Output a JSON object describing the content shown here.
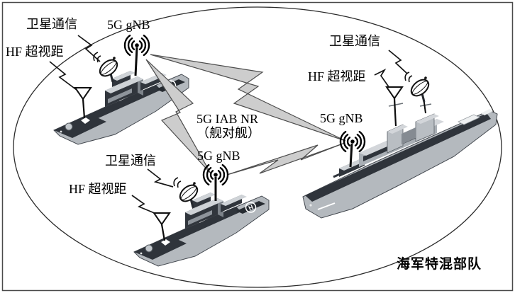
{
  "diagram": {
    "caption": "海军特混部队",
    "link": {
      "label_line1": "5G IAB NR",
      "label_line2": "（舰对舰）"
    },
    "ships": [
      {
        "id": "top-left-frigate",
        "labels": {
          "satcom": "卫星通信",
          "hf": "HF 超视距",
          "gnb": "5G gNB"
        }
      },
      {
        "id": "middle-frigate",
        "labels": {
          "satcom": "卫星通信",
          "hf": "HF 超视距",
          "gnb": "5G gNB"
        }
      },
      {
        "id": "right-warship",
        "labels": {
          "satcom": "卫星通信",
          "hf": "HF 超视距",
          "gnb": "5G gNB"
        }
      }
    ],
    "helipad_marking": "H",
    "icons": [
      "satellite-dish-icon",
      "hf-antenna-icon",
      "gnb-antenna-icon",
      "lightning-link"
    ],
    "colors": {
      "ship_hull": "#b4b9be",
      "ship_dark": "#2f343b",
      "ship_top": "#d2d6da",
      "ship_side": "#7d838a",
      "bolt_fill": "#cdcdcd",
      "bolt_stroke": "#4d4d4d",
      "line": "#1a1a1a",
      "background": "#ffffff"
    }
  }
}
